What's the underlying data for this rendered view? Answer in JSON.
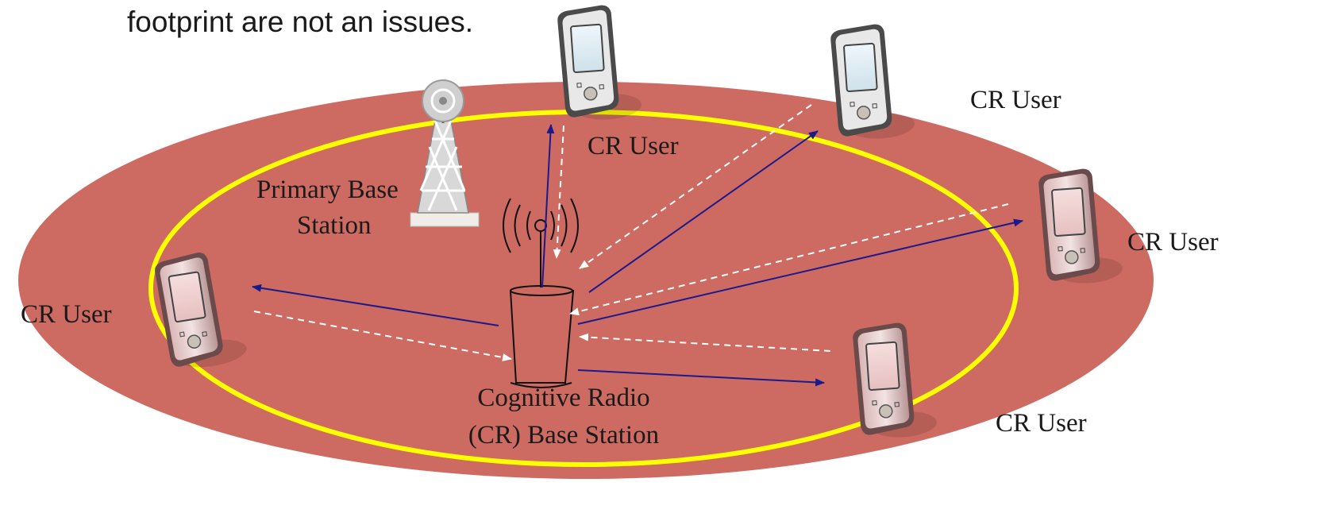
{
  "header_text": "footprint are not an issues.",
  "labels": {
    "primary_base_station_line1": "Primary Base",
    "primary_base_station_line2": "Station",
    "cr_base_station_line1": "Cognitive Radio",
    "cr_base_station_line2": "(CR) Base Station",
    "cr_user_left": "CR User",
    "cr_user_top": "CR User",
    "cr_user_top_right": "CR User",
    "cr_user_right": "CR User",
    "cr_user_bottom_right": "CR User"
  },
  "colors": {
    "coverage_area": "#cd6b62",
    "cr_range_ring": "#ffff00",
    "downlink_arrow": "#1a1a8c",
    "uplink_arrow": "#ffffff",
    "text": "#1a1a1a"
  },
  "icons": {
    "primary_base_station": "transmission-tower-icon",
    "cr_base_station": "antenna-cone-icon",
    "cr_user": "pda-device-icon"
  }
}
